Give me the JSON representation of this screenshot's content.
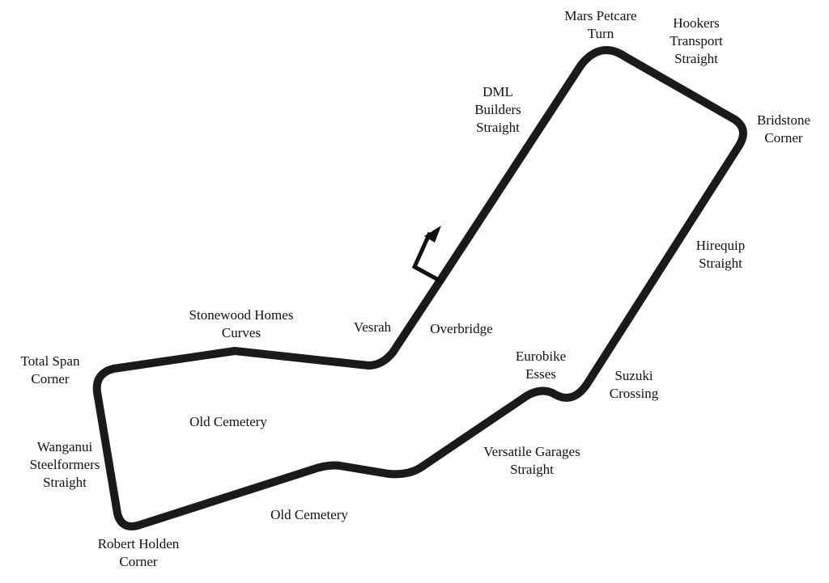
{
  "map": {
    "track_color": "#1a1a1a",
    "start_arrow": "start-direction-arrow",
    "labels": {
      "mars_petcare_turn": [
        "Mars Petcare",
        "Turn"
      ],
      "hookers_transport_straight": [
        "Hookers",
        "Transport",
        "Straight"
      ],
      "dml_builders_straight": [
        "DML",
        "Builders",
        "Straight"
      ],
      "bridstone_corner": [
        "Bridstone",
        "Corner"
      ],
      "hirequip_straight": [
        "Hirequip",
        "Straight"
      ],
      "stonewood_homes_curves": [
        "Stonewood Homes",
        "Curves"
      ],
      "vesrah": [
        "Vesrah"
      ],
      "overbridge": [
        "Overbridge"
      ],
      "total_span_corner": [
        "Total Span",
        "Corner"
      ],
      "eurobike_esses": [
        "Eurobike",
        "Esses"
      ],
      "suzuki_crossing": [
        "Suzuki",
        "Crossing"
      ],
      "old_cemetery_inner": [
        "Old Cemetery"
      ],
      "wanganui_steelformers_straight": [
        "Wanganui",
        "Steelformers",
        "Straight"
      ],
      "versatile_garages_straight": [
        "Versatile Garages",
        "Straight"
      ],
      "old_cemetery_bottom": [
        "Old Cemetery"
      ],
      "robert_holden_corner": [
        "Robert Holden",
        "Corner"
      ]
    }
  }
}
